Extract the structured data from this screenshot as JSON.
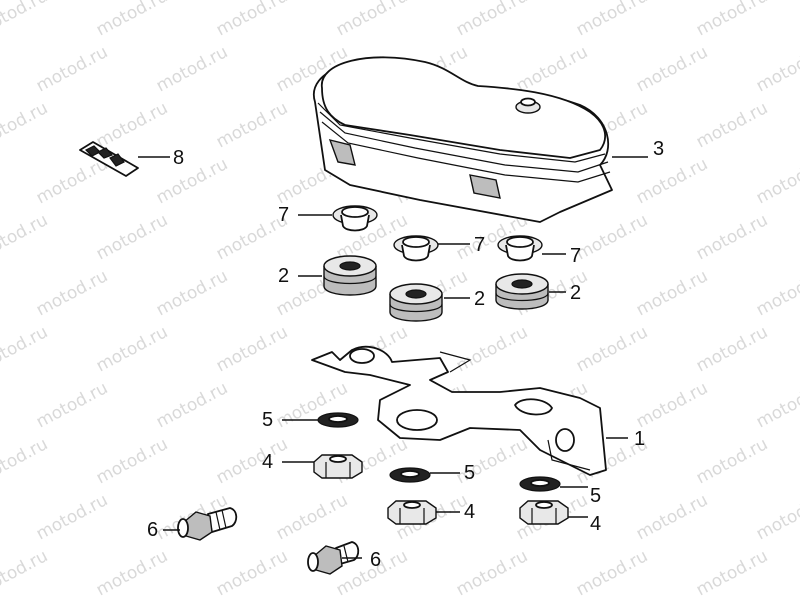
{
  "watermark": {
    "text": "motod.ru"
  },
  "callouts": {
    "c1": "1",
    "c2a": "2",
    "c2b": "2",
    "c2c": "2",
    "c3": "3",
    "c4a": "4",
    "c4b": "4",
    "c4c": "4",
    "c5a": "5",
    "c5b": "5",
    "c5c": "5",
    "c6a": "6",
    "c6b": "6",
    "c7a": "7",
    "c7b": "7",
    "c7c": "7",
    "c8": "8"
  },
  "colors": {
    "line": "#111111",
    "watermark": "#d9d9d9",
    "background": "#ffffff"
  }
}
